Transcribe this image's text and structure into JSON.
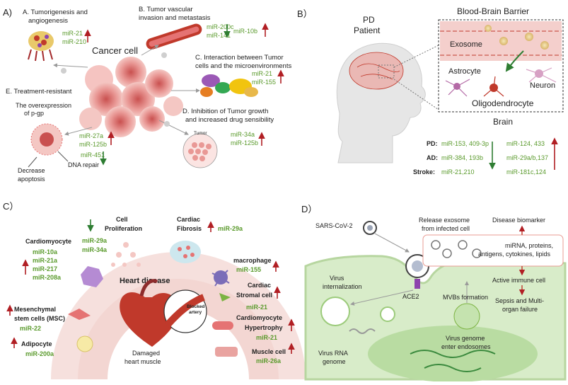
{
  "colors": {
    "mirna_green": "#5a9a2c",
    "arrow_up": "#b11f24",
    "arrow_down": "#2e7d32",
    "text": "#222222",
    "heart_bg": "#f3d6d2",
    "panel_d_cell": "#dfeed5",
    "vessel": "#e8a5a0"
  },
  "panelA": {
    "label": "A)",
    "center": "Cancer cell",
    "a_title": "A. Tumorigenesis and",
    "a_title2": "angiogenesis",
    "a_mirs": [
      "miR-21",
      "miR-210"
    ],
    "b_title": "B. Tumor vascular",
    "b_title2": "invasion and metastasis",
    "b_mirs_down": [
      "miR-200c",
      "miR-141"
    ],
    "b_mirs_up": [
      "miR-10b"
    ],
    "c_title": "C. Interaction between Tumor",
    "c_title2": "cells and the  microenvironments",
    "c_mirs": [
      "miR-21",
      "miR-155"
    ],
    "d_title": "D. Inhibition of Tumor growth",
    "d_title2": "and increased drug sensibility",
    "d_mirs": [
      "miR-34a",
      "miR-125b"
    ],
    "d_tumor": "Tumor",
    "e_title": "E. Treatment-resistant",
    "e_sub1": "The overexpression",
    "e_sub2": "of p-gp",
    "e_mirs_up": [
      "miR-27a",
      "miR-125b"
    ],
    "e_mir_down": "miR-451",
    "e_dna": "DNA repair",
    "e_dec1": "Decrease",
    "e_dec2": "apoptosis"
  },
  "panelB": {
    "label": "B）",
    "patient1": "PD",
    "patient2": "Patient",
    "bbb": "Blood-Brain Barrier",
    "exosome": "Exosome",
    "astrocyte": "Astrocyte",
    "neuron": "Neuron",
    "oligo": "Oligodendrocyte",
    "brain": "Brain",
    "rows": [
      {
        "label": "PD:",
        "down": "miR-153, 409-3p",
        "up": "miR-124, 433"
      },
      {
        "label": "AD:",
        "down": "miR-384, 193b",
        "up": "miR-29a/b,137"
      },
      {
        "label": "Stroke:",
        "down": "miR-21,210",
        "up": "miR-181c,124"
      }
    ]
  },
  "panelC": {
    "label": "C）",
    "center": "Heart disease",
    "damaged1": "Damaged",
    "damaged2": "heart muscle",
    "blocked1": "Blocked",
    "blocked2": "artery",
    "cell_prolif1": "Cell",
    "cell_prolif2": "Proliferation",
    "cell_prolif_mirs": [
      "miR-29a",
      "miR-34a"
    ],
    "cardiac_fib1": "Cardiac",
    "cardiac_fib2": "Fibrosis",
    "cardiac_fib_mir": "miR-29a",
    "cardiomyocyte": "Cardiomyocyte",
    "cardiomyocyte_mirs": [
      "miR-10a",
      "miR-21a",
      "miR-217",
      "miR-208a"
    ],
    "macrophage": "macrophage",
    "macrophage_mir": "miR-155",
    "stromal1": "Cardiac",
    "stromal2": "Stromal cell",
    "stromal_mir": "miR-21",
    "hyper1": "Cardiomyocyte",
    "hyper2": "Hypertrophy",
    "hyper_mir": "miR-21",
    "msc1": "Mesenchymal",
    "msc2": "stem cells (MSC)",
    "msc_mir": "miR-22",
    "adipocyte": "Adipocyte",
    "adipocyte_mir": "miR-200a",
    "muscle": "Muscle cell",
    "muscle_mir": "miR-26a"
  },
  "panelD": {
    "label": "D）",
    "sars": "SARS-CoV-2",
    "release1": "Release exosome",
    "release2": "from infected cell",
    "biomarker": "Disease biomarker",
    "box1": "miRNA, proteins,",
    "box2": "antigens, cytokines, lipids",
    "active": "Active immune cell",
    "sepsis1": "Sepsis and Multi-",
    "sepsis2": "organ failure",
    "virus_int1": "Virus",
    "virus_int2": "internalization",
    "ace2": "ACE2",
    "mvbs": "MVBs formation",
    "genome1": "Virus genome",
    "genome2": "enter endosomes",
    "rna1": "Virus RNA",
    "rna2": "genome"
  }
}
